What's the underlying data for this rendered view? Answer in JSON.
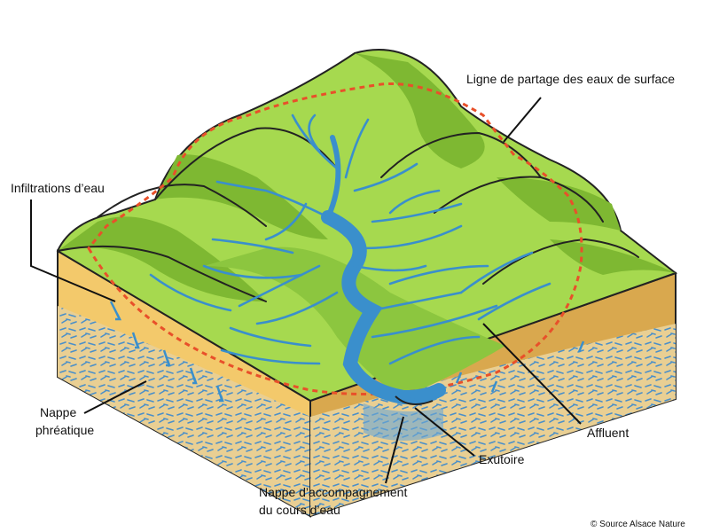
{
  "labels": {
    "watershed_line": "Ligne de partage des eaux de surface",
    "infiltration": "Infiltrations d’eau",
    "water_table_line1": "Nappe",
    "water_table_line2": "phréatique",
    "tributary": "Affluent",
    "outlet": "Exutoire",
    "alluvial_line1": "Nappe d’accompagnement",
    "alluvial_line2": "du cours d’eau"
  },
  "credit": "© Source Alsace Nature",
  "colors": {
    "hill_light": "#a6d94f",
    "hill_dark": "#7eb832",
    "valley": "#8cc63f",
    "river": "#3a8fcc",
    "watershed_dash": "#e8502a",
    "soil": "#f3c96b",
    "soil_side": "#d9a84e",
    "aquifer": "#e6c98a",
    "aquifer_mark": "#4a8fc9"
  }
}
